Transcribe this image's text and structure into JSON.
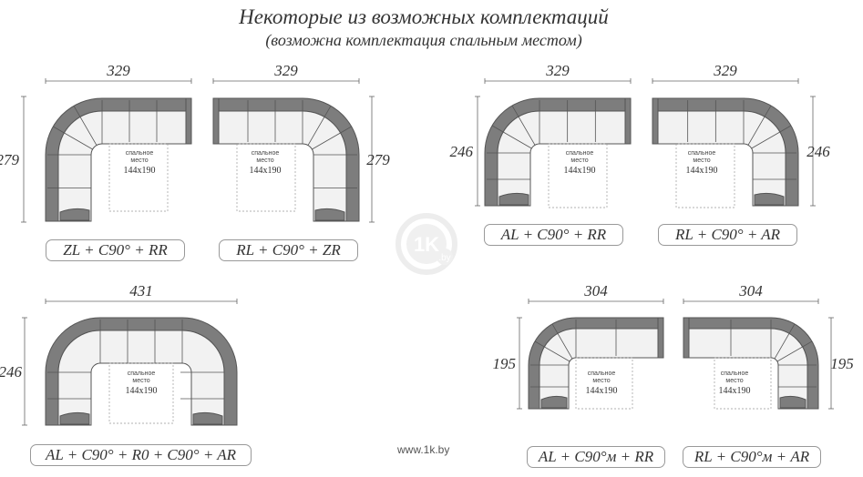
{
  "header": {
    "title": "Некоторые из возможных комплектаций",
    "subtitle": "(возможна комплектация спальным местом)"
  },
  "bed": {
    "label_line1": "спальное",
    "label_line2": "место",
    "size": "144x190"
  },
  "configs": [
    {
      "id": "zl",
      "width": "329",
      "depth": "279",
      "label": "ZL + C90° + RR"
    },
    {
      "id": "rl-zr",
      "width": "329",
      "depth": "279",
      "label": "RL + C90° + ZR"
    },
    {
      "id": "al-rr",
      "width": "329",
      "depth": "246",
      "label": "AL + C90° + RR"
    },
    {
      "id": "rl-ar",
      "width": "329",
      "depth": "246",
      "label": "RL + C90° + AR"
    },
    {
      "id": "u",
      "width": "431",
      "depth": "246",
      "label": "AL + C90° + R0 + C90° +  AR"
    },
    {
      "id": "al-rr-m",
      "width": "304",
      "depth": "195",
      "label": "AL + C90°м + RR"
    },
    {
      "id": "rl-ar-m",
      "width": "304",
      "depth": "195",
      "label": "RL + C90°м + AR"
    }
  ],
  "watermark": {
    "brand": "1K",
    "suffix": ".by",
    "url": "www.1k.by"
  },
  "colors": {
    "frame": "#7d7d7d",
    "seat": "#f2f2f2",
    "line": "#555555",
    "watermark": "#ececec"
  }
}
